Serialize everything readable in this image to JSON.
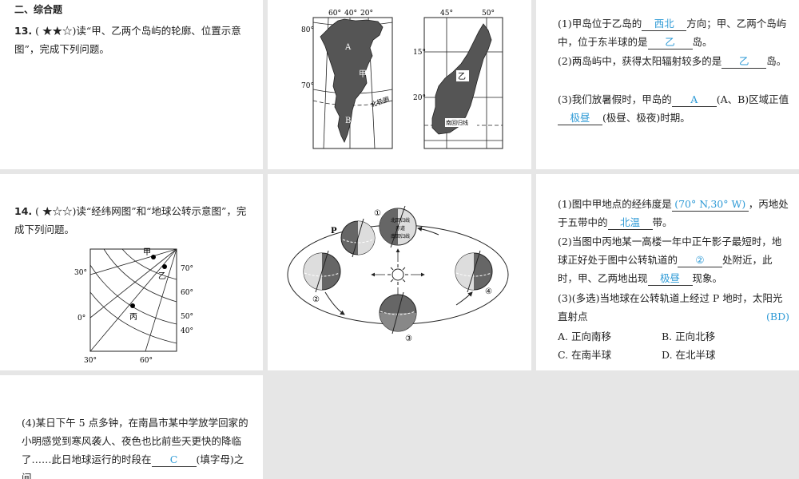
{
  "section": {
    "heading": "二、综合题"
  },
  "q13": {
    "number": "13.",
    "stars": "( ★★☆)",
    "stem": "读“甲、乙两个岛屿的轮廓、位置示意图”，完成下列问题。",
    "map_jia": {
      "top_labels": [
        "60°",
        "40°",
        "20°"
      ],
      "left_labels": [
        "80°",
        "70°"
      ],
      "region_a": "A",
      "region_b": "B",
      "island_name": "甲",
      "circle_label": "北极圈"
    },
    "map_yi": {
      "top_labels": [
        "45°",
        "50°"
      ],
      "left_labels": [
        "15°",
        "20°"
      ],
      "island_name": "乙",
      "tropic_label": "南回归线"
    },
    "sub1": {
      "text_a": "(1)甲岛位于乙岛的",
      "ans_a": "西北",
      "text_b": "方向；甲、乙两个岛屿中，位于东半球的是",
      "ans_b": "乙",
      "text_c": "岛。"
    },
    "sub2": {
      "text_a": "(2)两岛屿中，获得太阳辐射较多的是",
      "ans_a": "乙",
      "text_b": "岛。"
    },
    "sub3": {
      "text_a": "(3)我们放暑假时，甲岛的",
      "ans_a": "A",
      "text_b": "(A、B)区域正值",
      "ans_b": "极昼",
      "text_c": "(极昼、极夜)时期。"
    }
  },
  "q14": {
    "number": "14.",
    "stars": "( ★☆☆)",
    "stem": "读“经纬网图”和“地球公转示意图”，完成下列问题。",
    "grid": {
      "left_labels": [
        "30°",
        "0°"
      ],
      "right_labels": [
        "70°",
        "60°",
        "50°",
        "40°"
      ],
      "bottom_labels": [
        "30°",
        "60°"
      ],
      "points": [
        "甲",
        "乙",
        "丙"
      ]
    },
    "orbit": {
      "positions": [
        "①",
        "②",
        "③",
        "④"
      ],
      "p_label": "P",
      "earth_labels": [
        "北回归线",
        "赤道",
        "南回归线"
      ]
    },
    "sub1": {
      "text_a": "(1)图中甲地点的经纬度是",
      "ans_a": "(70° N,30° W)",
      "text_b": "，丙地处于五带中的",
      "ans_b": "北温",
      "text_c": "带。"
    },
    "sub2": {
      "text_a": "(2)当图中丙地某一高楼一年中正午影子最短时，地球正好处于图中公转轨道的",
      "ans_a": "②",
      "text_b": "处附近，此时，甲、乙两地出现",
      "ans_b": "极昼",
      "text_c": "现象。"
    },
    "sub3": {
      "text_a": "(3)(多选)当地球在公转轨道上经过 P 地时，太阳光直射点",
      "ans_a": "BD"
    },
    "options": [
      "A. 正向南移",
      "B. 正向北移",
      "C. 在南半球",
      "D. 在北半球"
    ],
    "sub4": {
      "text_a": "(4)某日下午 5 点多钟，在南昌市某中学放学回家的小明感觉到寒风袭人、夜色也比前些天更快的降临了……此日地球运行的时段在",
      "ans_a": "C",
      "text_b": "(填字母)之间。"
    }
  }
}
